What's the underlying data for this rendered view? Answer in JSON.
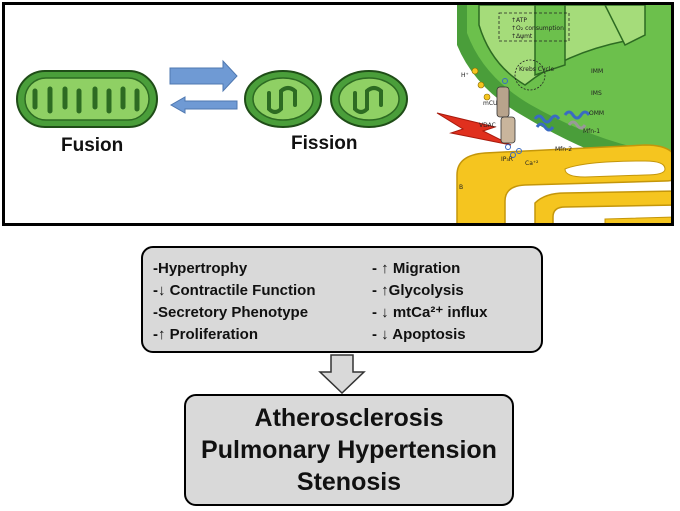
{
  "top_panel": {
    "fusion_label": "Fusion",
    "fission_label": "Fission",
    "detail_labels": {
      "atp": "↑ATP",
      "o2": "↑O₂ consumption",
      "dpsi": "↑Δψmt",
      "krebs": "Krebs Cycle",
      "imm": "IMM",
      "ims": "IMS",
      "omm": "OMM",
      "mcu": "mCU",
      "vdac": "VDAC",
      "mfn1": "Mfn-1",
      "mfn2": "Mfn-2",
      "ip3r": "IP₃R",
      "ca": "Ca⁺²",
      "h": "H⁺",
      "er": "B"
    }
  },
  "effects": {
    "left": [
      "-Hypertrophy",
      "-↓ Contractile Function",
      "-Secretory Phenotype",
      "-↑ Proliferation"
    ],
    "right": [
      "- ↑ Migration",
      "- ↑Glycolysis",
      "- ↓ mtCa²⁺ influx",
      "- ↓ Apoptosis"
    ]
  },
  "outcomes": [
    "Atherosclerosis",
    "Pulmonary Hypertension",
    "Stenosis"
  ],
  "colors": {
    "mito_outer": "#4a9e3a",
    "mito_inner": "#8fd064",
    "er_yellow": "#f5c51f",
    "arrow_blue": "#6f9ad4",
    "box_gray": "#d9d9d9",
    "lightning_red": "#e0301e"
  }
}
